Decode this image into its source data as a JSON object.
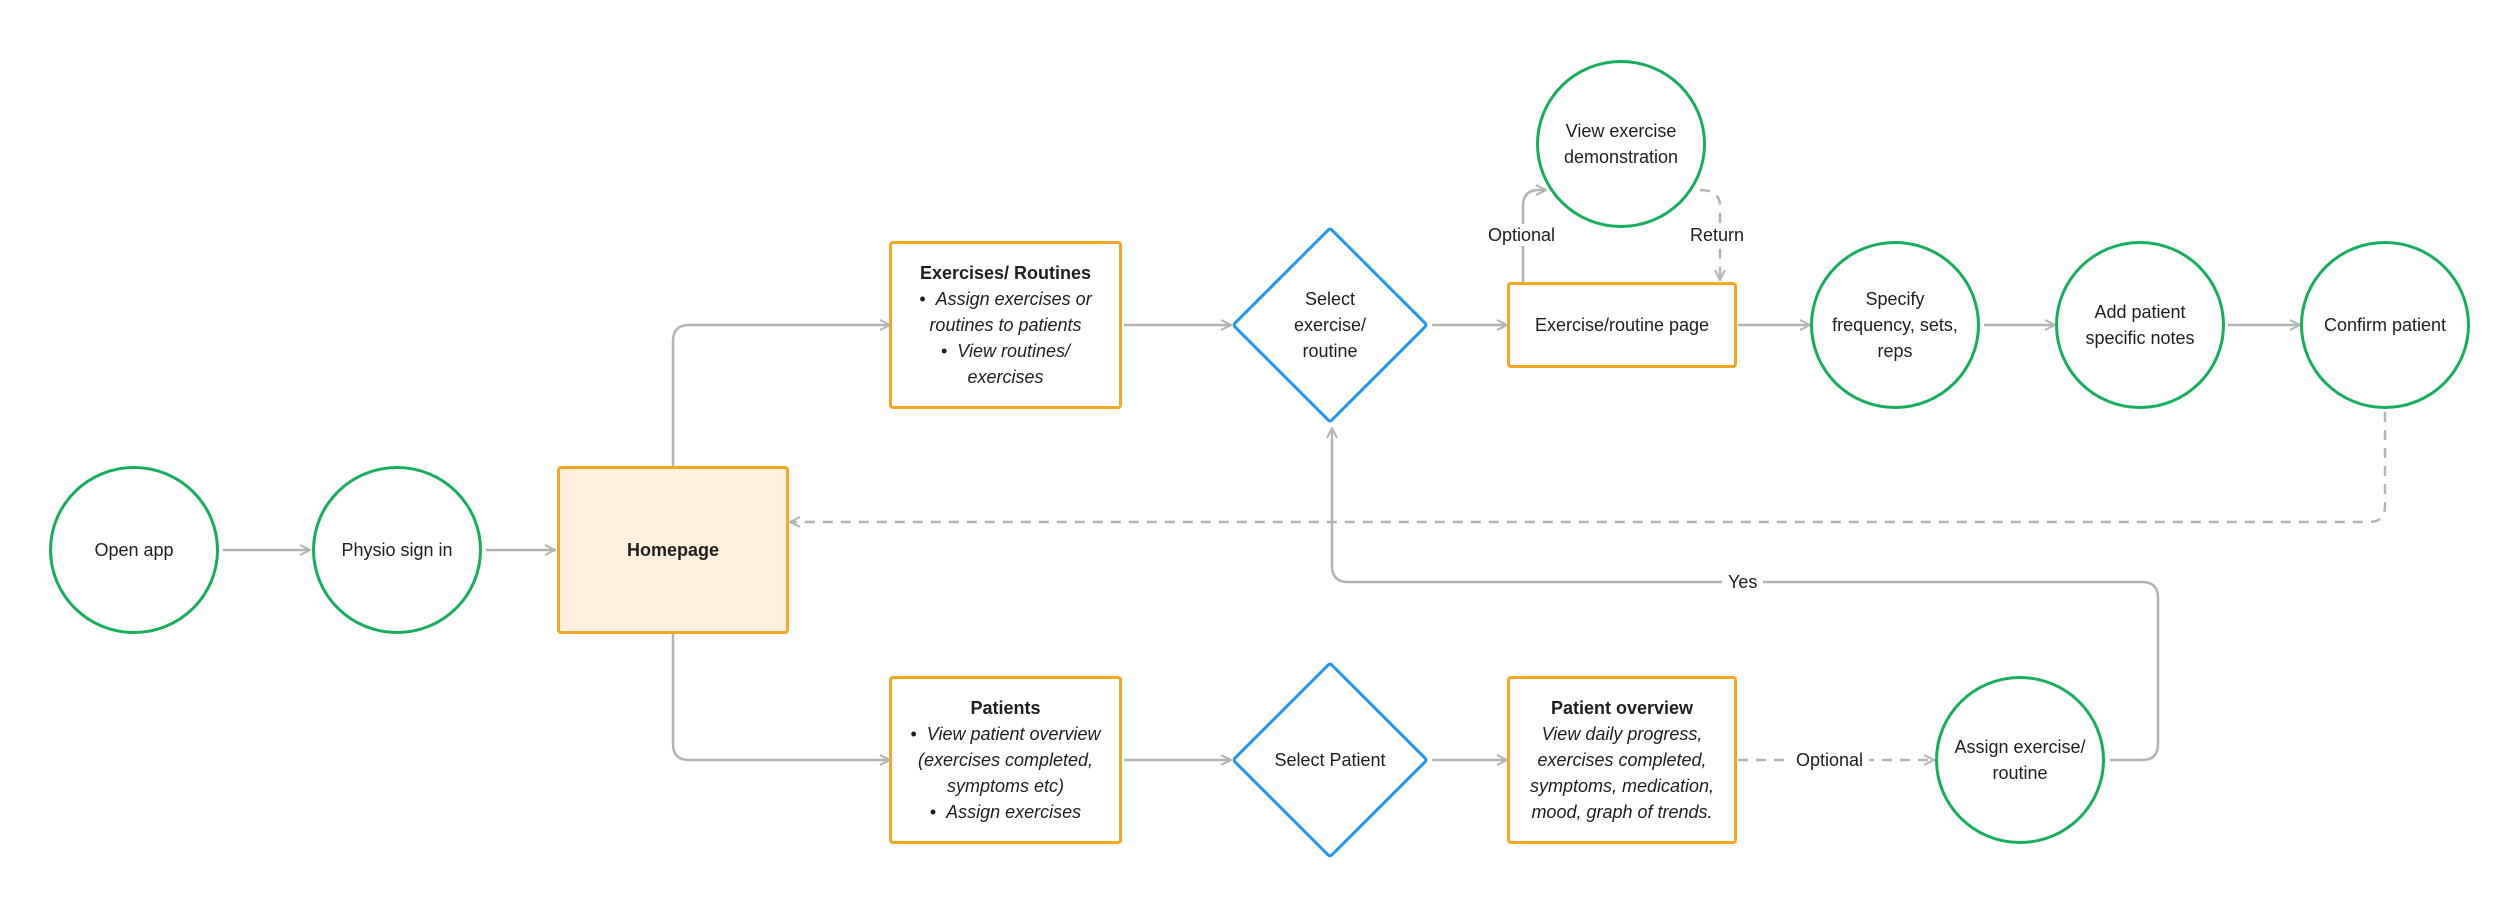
{
  "nodes": {
    "open_app": "Open app",
    "physio_sign_in": "Physio sign in",
    "homepage": "Homepage",
    "exercises_routines": {
      "title": "Exercises/ Routines",
      "items": [
        "Assign exercises or routines to patients",
        "View routines/ exercises"
      ]
    },
    "select_exercise": "Select exercise/ routine",
    "exercise_page": "Exercise/routine page",
    "view_demo": "View exercise demonstration",
    "specify": "Specify frequency, sets, reps",
    "add_notes": "Add patient specific notes",
    "confirm": "Confirm patient",
    "patients": {
      "title": "Patients",
      "items": [
        "View patient overview (exercises completed, symptoms etc)",
        "Assign exercises"
      ]
    },
    "select_patient": "Select Patient",
    "patient_overview": {
      "title": "Patient overview",
      "desc": "View daily progress, exercises completed, symptoms, medication, mood, graph of trends."
    },
    "assign": "Assign exercise/ routine"
  },
  "edge_labels": {
    "optional_demo": "Optional",
    "return": "Return",
    "yes": "Yes",
    "optional_assign": "Optional"
  },
  "colors": {
    "circle_stroke": "#14ae5c",
    "box_stroke": "#f5a623",
    "homepage_fill": "#fef0dc",
    "diamond_stroke": "#2196f3",
    "connector": "#b3b3b3"
  }
}
